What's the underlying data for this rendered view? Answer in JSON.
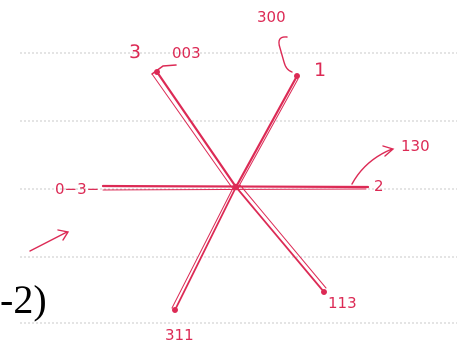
{
  "colors": {
    "ink": "#dc2a55",
    "rule_line": "#c8c8c8",
    "printed_text": "#000000"
  },
  "labels": {
    "top_300": "300",
    "arm_1": "1",
    "arm_3": "3",
    "top_003": "003",
    "right_130": "130",
    "arm_2": "2",
    "left_031": "0−3−",
    "bottom_113": "113",
    "bottom_311": "311"
  },
  "printed": {
    "fragment": "-2)"
  }
}
